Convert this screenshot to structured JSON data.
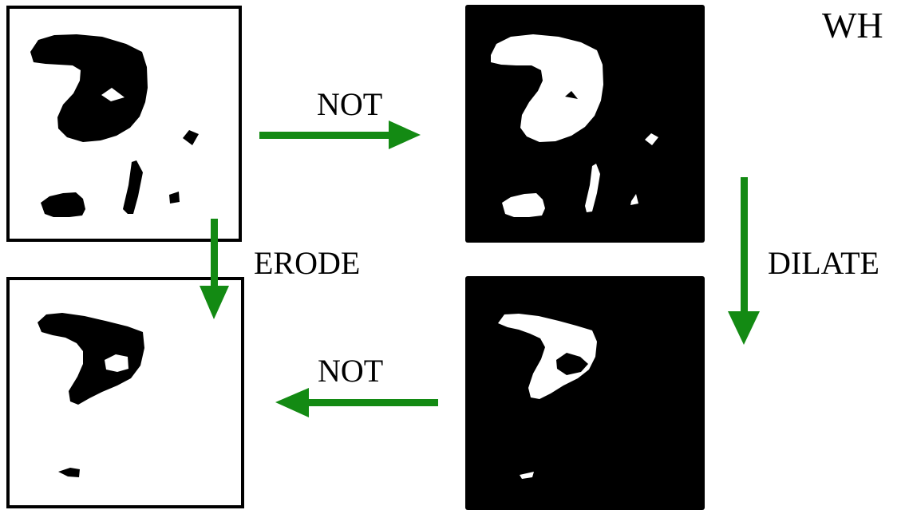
{
  "title": "WH",
  "colors": {
    "arrow": "#138a13",
    "ink": "#000000",
    "paper": "#ffffff"
  },
  "operations": {
    "not_top": "NOT",
    "erode": "ERODE",
    "dilate": "DILATE",
    "not_bottom": "NOT"
  },
  "panels": [
    {
      "name": "original",
      "background": "white",
      "foreground": "black"
    },
    {
      "name": "inverted",
      "background": "black",
      "foreground": "white"
    },
    {
      "name": "dilated",
      "background": "black",
      "foreground": "white"
    },
    {
      "name": "eroded",
      "background": "white",
      "foreground": "black"
    }
  ]
}
